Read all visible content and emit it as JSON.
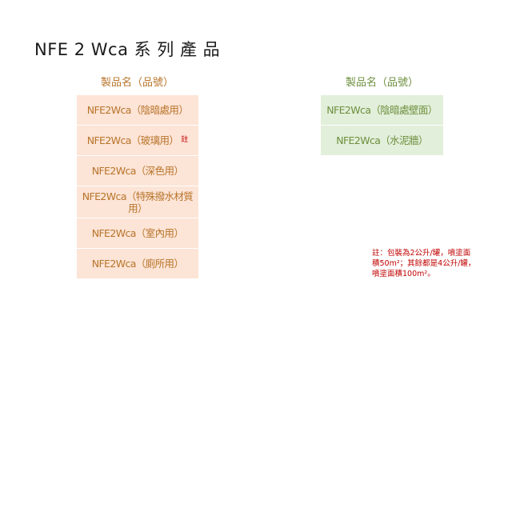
{
  "title": "NFE 2 Wca 系 列 產 品",
  "left_column": {
    "header": "製品名（品號）",
    "items": [
      {
        "label": "NFE2Wca（陰暗處用）",
        "note": ""
      },
      {
        "label": "NFE2Wca（玻璃用）",
        "note": "註"
      },
      {
        "label": "NFE2Wca（深色用）",
        "note": ""
      },
      {
        "label": "NFE2Wca（特殊撥水材質用）",
        "note": ""
      },
      {
        "label": "NFE2Wca（室內用）",
        "note": ""
      },
      {
        "label": "NFE2Wca（廁所用）",
        "note": ""
      }
    ]
  },
  "right_column": {
    "header": "製品名（品號）",
    "items": [
      {
        "label": "NFE2Wca（陰暗處壁面）"
      },
      {
        "label": "NFE2Wca（水泥牆）"
      }
    ]
  },
  "footnote": {
    "line1": "註：包裝為2公升/罐，噴塗面",
    "line2": "積50m²；其餘都是4公升/罐，",
    "line3": "噴塗面積100m²。"
  }
}
